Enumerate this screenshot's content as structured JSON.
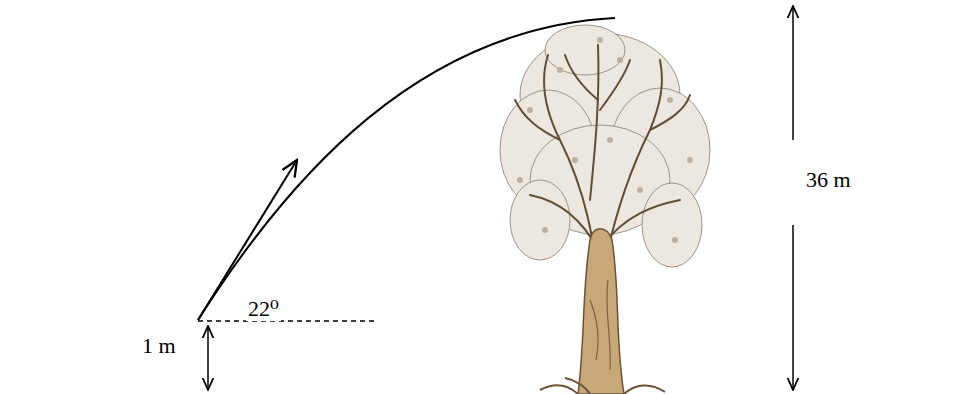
{
  "diagram": {
    "labels": [
      "22⁰",
      "1 m",
      "36 m"
    ]
  }
}
